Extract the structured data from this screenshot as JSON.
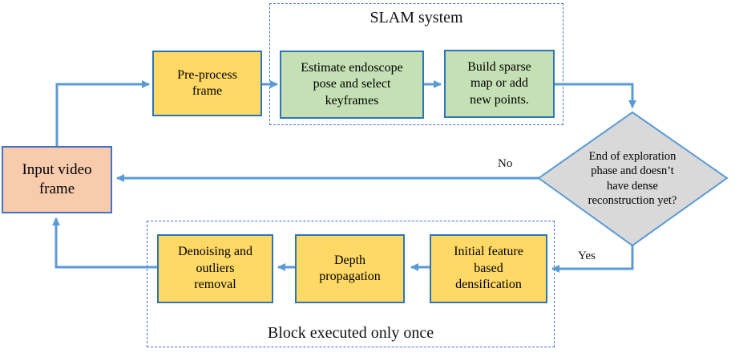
{
  "diagram": {
    "containers": {
      "slam": {
        "title": "SLAM system"
      },
      "once": {
        "title": "Block executed only once"
      }
    },
    "nodes": {
      "input": {
        "label": "Input video\nframe"
      },
      "preprocess": {
        "label": "Pre-process\nframe"
      },
      "estimate": {
        "label": "Estimate endoscope\npose and select\nkeyframes"
      },
      "build": {
        "label": "Build sparse\nmap or add\nnew points."
      },
      "decision": {
        "label": "End of exploration\nphase and doesn’t\nhave dense\nreconstruction yet?"
      },
      "densify": {
        "label": "Initial feature\nbased\ndensification"
      },
      "depth": {
        "label": "Depth\npropagation"
      },
      "denoise": {
        "label": "Denoising and\noutliers\nremoval"
      }
    },
    "edge_labels": {
      "no": "No",
      "yes": "Yes"
    },
    "colors": {
      "arrow": "#5B9BD5",
      "node_border": "#2E75B6",
      "input_fill": "#F8CBAD",
      "input_border": "#4472C4",
      "process_fill": "#FFD966",
      "slam_step_fill": "#C5E0B4",
      "decision_fill": "#D9D9D9",
      "decision_border": "#5B9BD5",
      "container_border": "#4472C4"
    }
  }
}
